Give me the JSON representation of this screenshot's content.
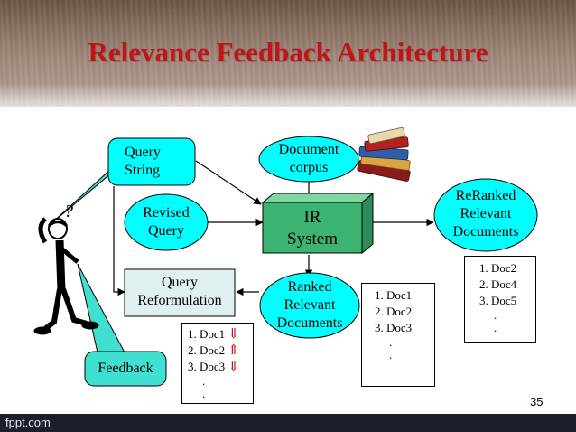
{
  "slide": {
    "title": "Relevance Feedback Architecture",
    "page_number": "35",
    "footer_brand": "fppt.com"
  },
  "nodes": {
    "query_string": {
      "line1": "Query",
      "line2": "String"
    },
    "document_corpus": {
      "line1": "Document",
      "line2": "corpus"
    },
    "revised_query": {
      "line1": "Revised",
      "line2": "Query"
    },
    "ir_system": {
      "line1": "IR",
      "line2": "System"
    },
    "reranked": {
      "line1": "ReRanked",
      "line2": "Relevant",
      "line3": "Documents"
    },
    "query_reformulation": {
      "line1": "Query",
      "line2": "Reformulation"
    },
    "ranked": {
      "line1": "Ranked",
      "line2": "Relevant",
      "line3": "Documents"
    },
    "feedback": {
      "label": "Feedback"
    }
  },
  "lists": {
    "ranked_docs": [
      "1. Doc1",
      "2. Doc2",
      "3. Doc3",
      ".",
      "."
    ],
    "reranked_docs": [
      "1. Doc2",
      "2. Doc4",
      "3. Doc5",
      ".",
      "."
    ],
    "feedback_docs": [
      {
        "label": "1. Doc1",
        "mark": "⇓"
      },
      {
        "label": "2. Doc2",
        "mark": "⇑"
      },
      {
        "label": "3. Doc3",
        "mark": "⇓"
      }
    ],
    "feedback_dots": [
      ".",
      "."
    ]
  },
  "figure": {
    "question_mark": "?"
  },
  "colors": {
    "title": "#c0141b",
    "cyan_fill": "#00ffff",
    "ir_front": "#3cb371",
    "ir_top": "#7fd6a0",
    "ir_side": "#2e8b57",
    "reform_fill": "#dff0f0",
    "callout_fill": "#40e0d0"
  }
}
